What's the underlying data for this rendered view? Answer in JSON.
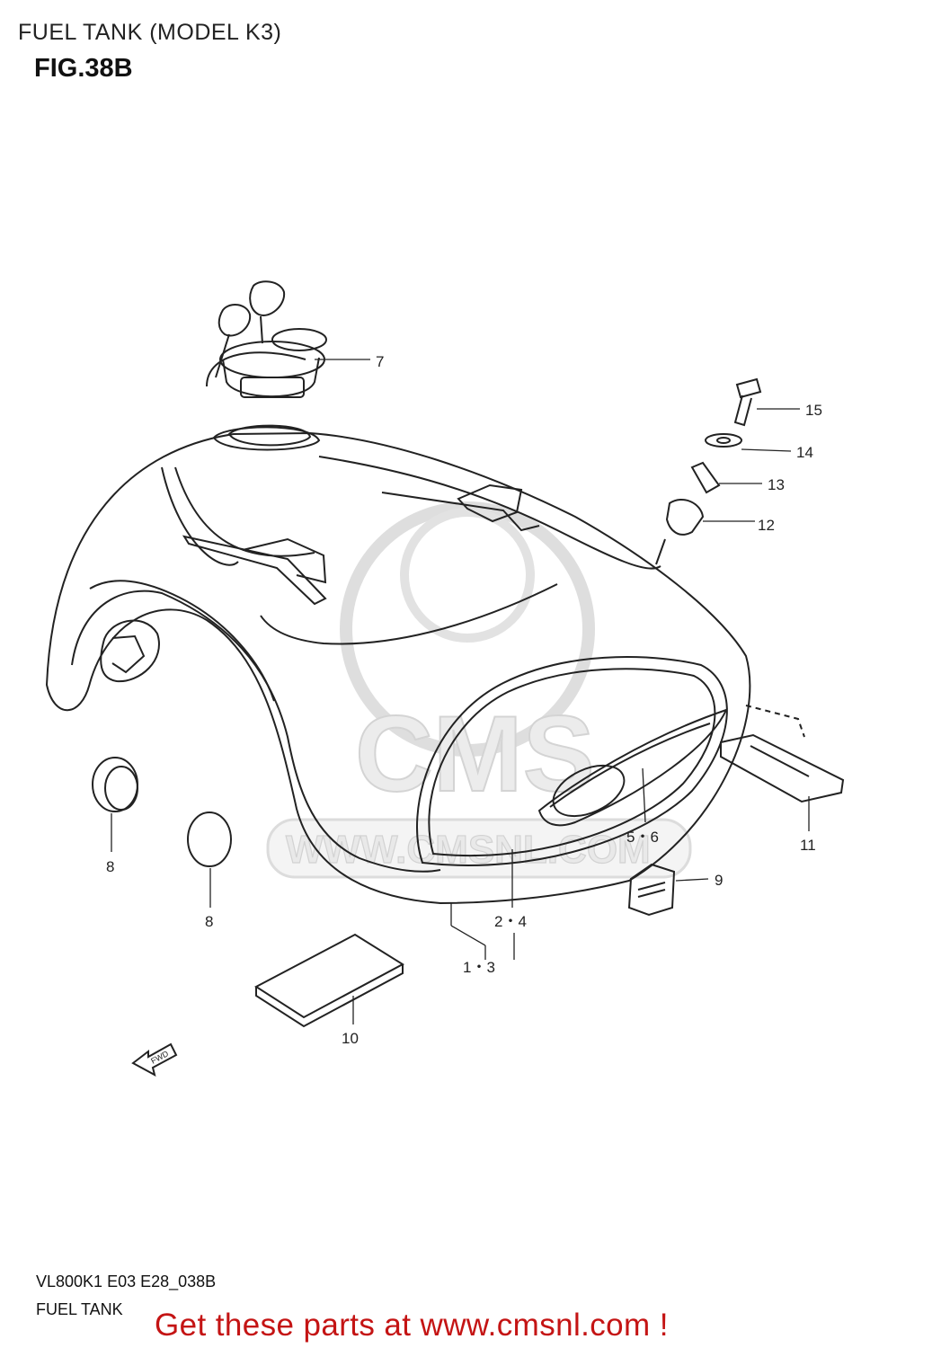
{
  "header": {
    "title": "FUEL TANK (MODEL K3)",
    "figure": "FIG.38B"
  },
  "watermark": {
    "big": "CMS",
    "url": "WWW.CMSNL.COM"
  },
  "callouts": {
    "c7": "7",
    "c15": "15",
    "c14": "14",
    "c13": "13",
    "c12": "12",
    "c11": "11",
    "c56": "5・6",
    "c9": "9",
    "c24": "2・4",
    "c13b": "1・3",
    "c8a": "8",
    "c8b": "8",
    "c10": "10"
  },
  "arrow_label": "FWD",
  "footer": {
    "code": "VL800K1 E03 E28_038B",
    "name": "FUEL TANK",
    "cta": "Get these parts at www.cmsnl.com !"
  }
}
